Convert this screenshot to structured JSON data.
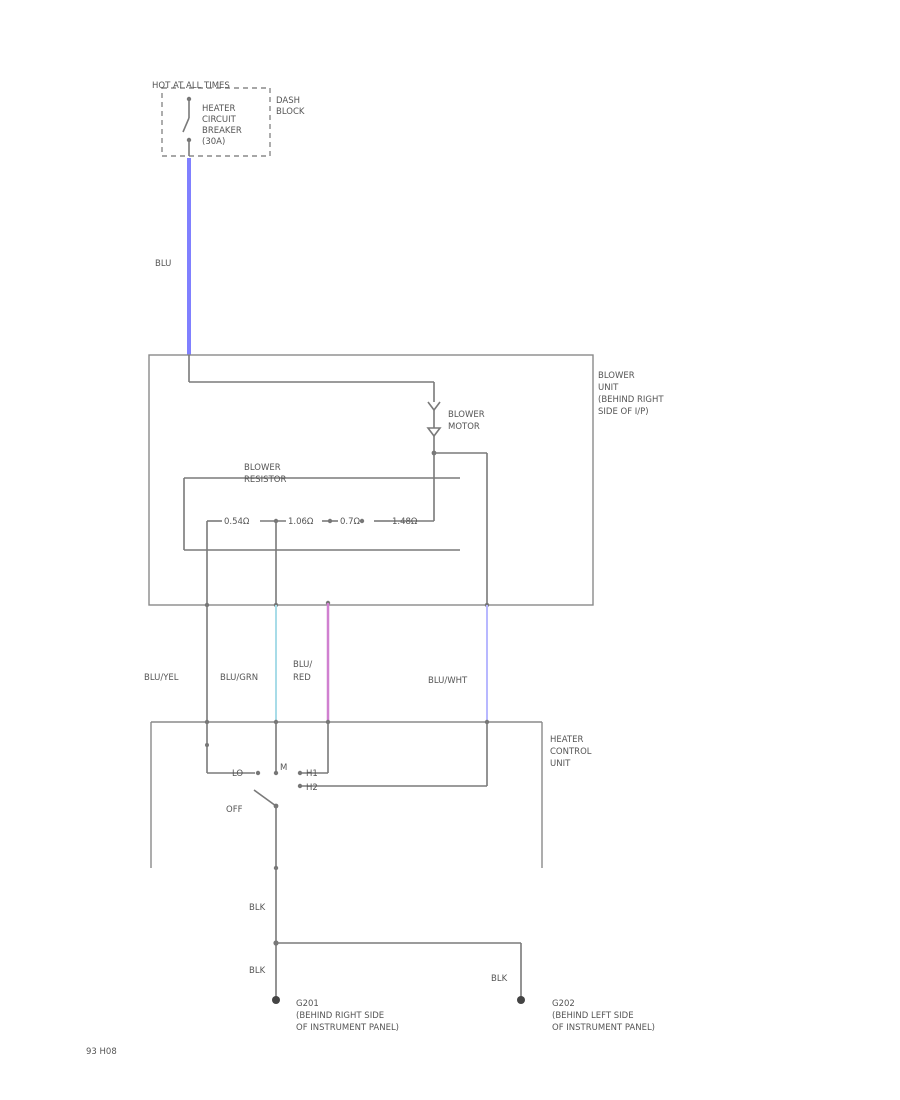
{
  "fuse_block": {
    "hot_label": "HOT AT ALL TIMES",
    "circuit_breaker_lines": [
      "HEATER",
      "CIRCUIT",
      "BREAKER",
      "(30A)"
    ],
    "block_lines": [
      "DASH",
      "BLOCK"
    ]
  },
  "wire_labels": {
    "feed": "BLU",
    "yel": "BLU/YEL",
    "grn": "BLU/GRN",
    "red_lines": [
      "BLU/",
      "RED"
    ],
    "wht": "BLU/WHT",
    "gnd_main": "BLK",
    "gnd_left": "BLK",
    "gnd_right": "BLK"
  },
  "blower_unit": {
    "label_lines": [
      "BLOWER",
      "UNIT",
      "(BEHIND RIGHT",
      "SIDE OF I/P)"
    ],
    "motor_lines": [
      "BLOWER",
      "MOTOR"
    ],
    "resistor_lines": [
      "BLOWER",
      "RESISTOR"
    ],
    "resistor_values": [
      "0.54Ω",
      "1.06Ω",
      "0.7Ω",
      "1.48Ω"
    ]
  },
  "control_unit": {
    "label_lines": [
      "HEATER",
      "CONTROL",
      "UNIT"
    ],
    "switch_positions": [
      "LO",
      "M",
      "H1",
      "H2"
    ],
    "off_label": "OFF"
  },
  "grounds": [
    {
      "id": "G201",
      "lines": [
        "G201",
        "(BEHIND RIGHT SIDE",
        "OF INSTRUMENT PANEL)"
      ]
    },
    {
      "id": "G202",
      "lines": [
        "G202",
        "(BEHIND LEFT SIDE",
        "OF INSTRUMENT PANEL)"
      ]
    }
  ],
  "page_code": "93 H08",
  "colors": {
    "blu": "#8080ff",
    "blu_grn": "#a8dce8",
    "blu_red": "#d080d0",
    "blu_wht": "#b8b8ff",
    "wire": "#7a7a7a"
  }
}
